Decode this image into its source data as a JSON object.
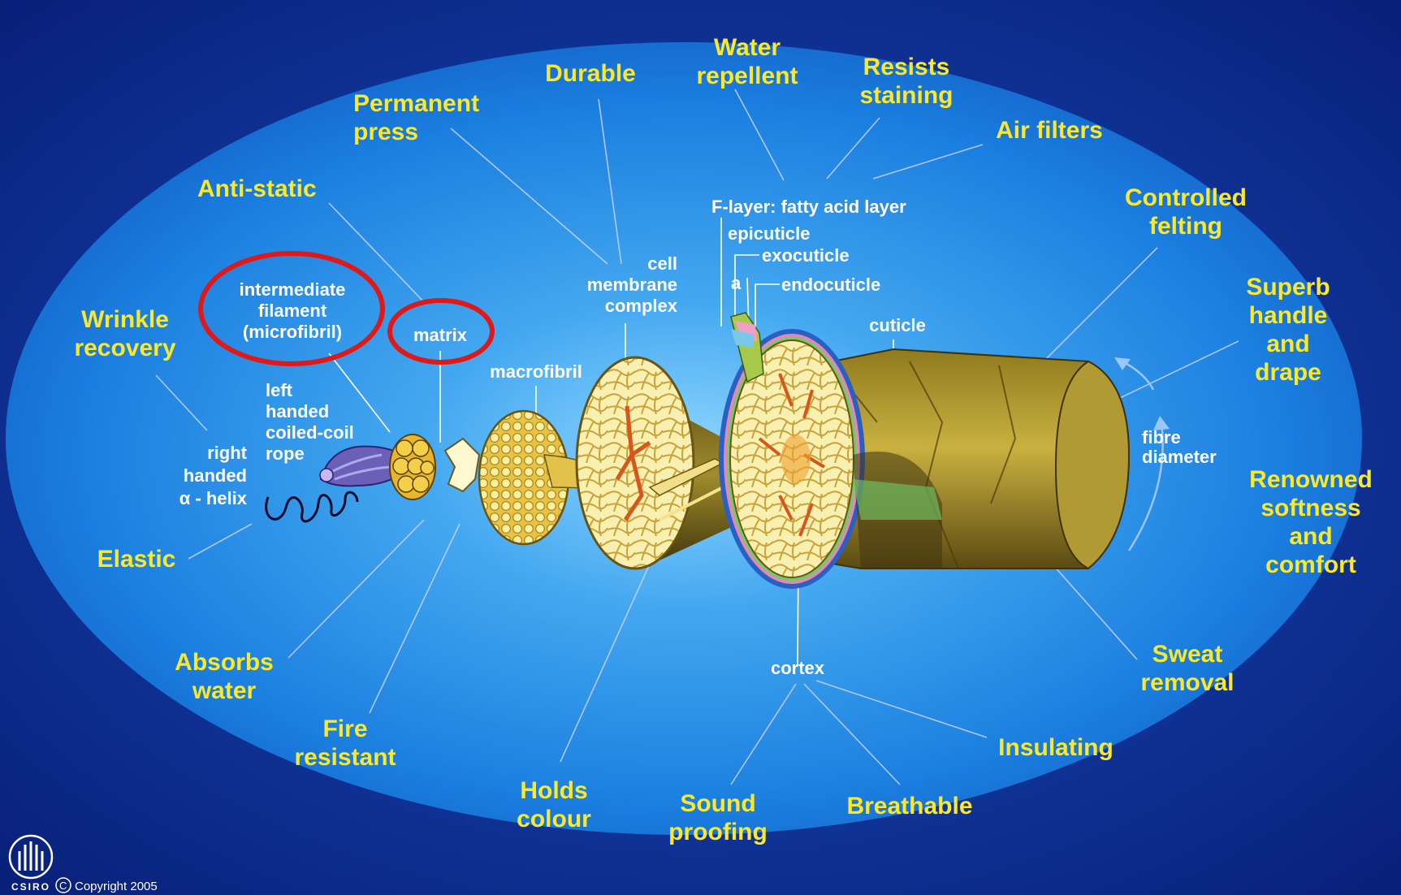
{
  "properties": {
    "water_repellent": [
      "Water",
      "repellent"
    ],
    "durable": [
      "Durable"
    ],
    "resists_staining": [
      "Resists",
      "staining"
    ],
    "permanent_press": [
      "Permanent",
      "press"
    ],
    "air_filters": [
      "Air filters"
    ],
    "anti_static": [
      "Anti-static"
    ],
    "controlled_felting": [
      "Controlled",
      "felting"
    ],
    "superb_handle": [
      "Superb",
      "handle",
      "and",
      "drape"
    ],
    "wrinkle_recovery": [
      "Wrinkle",
      "recovery"
    ],
    "renowned_softness": [
      "Renowned",
      "softness",
      "and",
      "comfort"
    ],
    "elastic": [
      "Elastic"
    ],
    "absorbs_water": [
      "Absorbs",
      "water"
    ],
    "sweat_removal": [
      "Sweat",
      "removal"
    ],
    "fire_resistant": [
      "Fire",
      "resistant"
    ],
    "insulating": [
      "Insulating"
    ],
    "holds_colour": [
      "Holds",
      "colour"
    ],
    "sound_proofing": [
      "Sound",
      "proofing"
    ],
    "breathable": [
      "Breathable"
    ]
  },
  "parts": {
    "f_layer": [
      "F-layer: fatty acid layer"
    ],
    "epicuticle": [
      "epicuticle"
    ],
    "exocuticle": [
      "exocuticle"
    ],
    "a_label": [
      "a"
    ],
    "endocuticle": [
      "endocuticle"
    ],
    "cell_membrane": [
      "cell",
      "membrane",
      "complex"
    ],
    "cuticle": [
      "cuticle"
    ],
    "intermediate_filament": [
      "intermediate",
      "filament",
      "(microfibril)"
    ],
    "matrix": [
      "matrix"
    ],
    "macrofibril": [
      "macrofibril"
    ],
    "left_handed": [
      "left",
      "handed",
      "coiled-coil",
      "rope"
    ],
    "right_handed": [
      "right",
      "handed",
      "α - helix"
    ],
    "fibre_diameter": [
      "fibre",
      "diameter"
    ],
    "cortex": [
      "cortex"
    ]
  },
  "footer": {
    "logo": "CSIRO",
    "copyright": "Copyright 2005",
    "copyright_symbol": "C"
  },
  "colors": {
    "background": "#0b2a8a",
    "ellipse": "#1f86e8",
    "property_text": "#fbe82a",
    "highlight_circle": "#e01818"
  }
}
